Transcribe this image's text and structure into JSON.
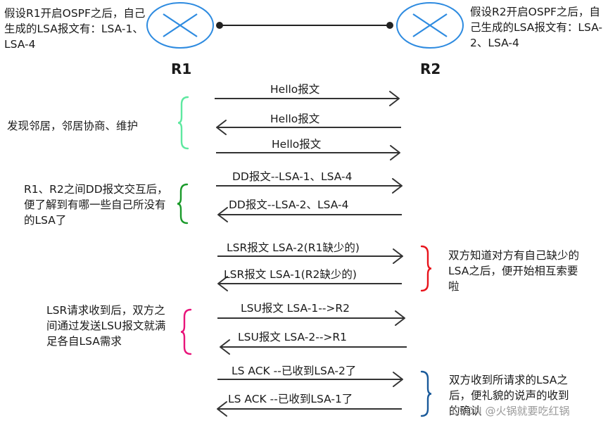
{
  "routers": {
    "r1": {
      "name": "R1",
      "note": "假设R1开启OSPF之后，自己生成的LSA报文有：LSA-1、LSA-4"
    },
    "r2": {
      "name": "R2",
      "note": "假设R2开启OSPF之后，自己生成的LSA报文有：LSA-2、LSA-4"
    }
  },
  "messages": [
    {
      "label": "Hello报文",
      "direction": "R1→R2"
    },
    {
      "label": "Hello报文",
      "direction": "R2→R1"
    },
    {
      "label": "Hello报文",
      "direction": "R1→R2"
    },
    {
      "label": "DD报文--LSA-1、LSA-4",
      "direction": "R1→R2"
    },
    {
      "label": "DD报文--LSA-2、LSA-4",
      "direction": "R2→R1"
    },
    {
      "label": "LSR报文  LSA-2(R1缺少的)",
      "direction": "R1→R2"
    },
    {
      "label": "LSR报文  LSA-1(R2缺少的)",
      "direction": "R2→R1"
    },
    {
      "label": "LSU报文  LSA-1-->R2",
      "direction": "R1→R2"
    },
    {
      "label": "LSU报文  LSA-2-->R1",
      "direction": "R2→R1"
    },
    {
      "label": "LS ACK --已收到LSA-2了",
      "direction": "R1→R2"
    },
    {
      "label": "LS ACK --已收到LSA-1了",
      "direction": "R2→R1"
    }
  ],
  "annotations": [
    {
      "text": "发现邻居，邻居协商、维护",
      "color": "#5ee8a0"
    },
    {
      "text": "R1、R2之间DD报文交互后，便了解到有哪一些自己所没有的LSA了",
      "color": "#1a9a2a"
    },
    {
      "text": "双方知道对方有自己缺少的LSA之后，便开始相互索要啦",
      "color": "#e8141c"
    },
    {
      "text": "LSR请求收到后，双方之间通过发送LSU报文就满足各自LSA需求",
      "color": "#e8147a"
    },
    {
      "text": "双方收到所请求的LSA之后，便礼貌的说声的收到的确认",
      "color": "#1a5a9a"
    }
  ],
  "colors": {
    "router_stroke": "#2e8be0",
    "arrow": "#333333"
  },
  "watermark": "CSDN @火锅就要吃红锅"
}
